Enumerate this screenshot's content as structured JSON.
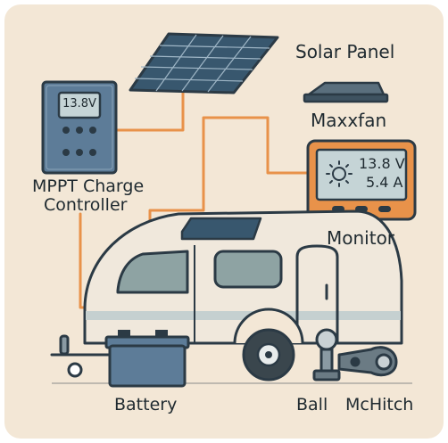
{
  "labels": {
    "solar_panel": "Solar Panel",
    "maxxfan": "Maxxfan",
    "charge_controller_line1": "MPPT Charge",
    "charge_controller_line2": "Controller",
    "monitor": "Monitor",
    "battery": "Battery",
    "ball": "Ball",
    "mchitch": "McHitch"
  },
  "controller_display": "13.8V",
  "monitor_display": {
    "voltage": "13.8 V",
    "current": "5.4 A"
  },
  "colors": {
    "background": "#f3e7d6",
    "wire": "#e8924a",
    "outline": "#2b3a45",
    "device_blue": "#5d7c98",
    "monitor_orange": "#e8924a",
    "screen": "#c5d4d6",
    "trailer_body": "#f0e8dc",
    "stripe": "#c5d0d0",
    "window": "#8ea3a3"
  }
}
